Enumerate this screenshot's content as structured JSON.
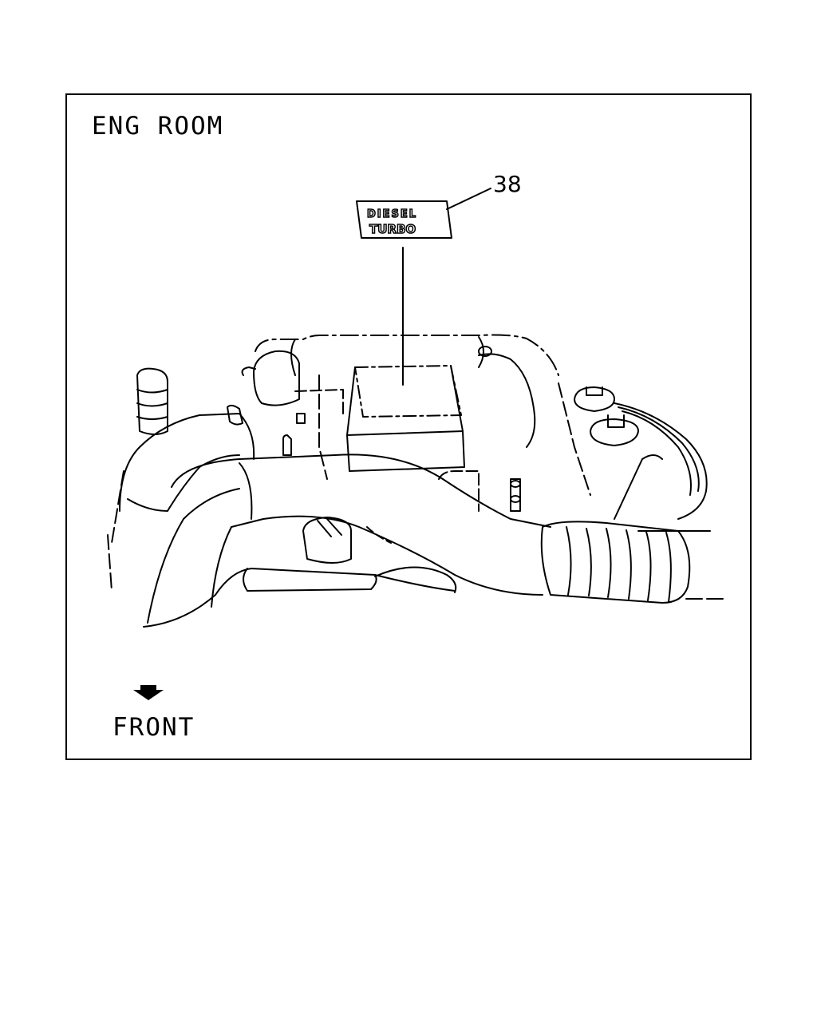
{
  "title": "ENG ROOM",
  "callout_number": "38",
  "label": {
    "line1": "DIESEL",
    "line2": "TURBO"
  },
  "direction_label": "FRONT",
  "icons": [
    "front-arrow-icon"
  ],
  "colors": {
    "ink": "#000000",
    "paper": "#ffffff"
  }
}
